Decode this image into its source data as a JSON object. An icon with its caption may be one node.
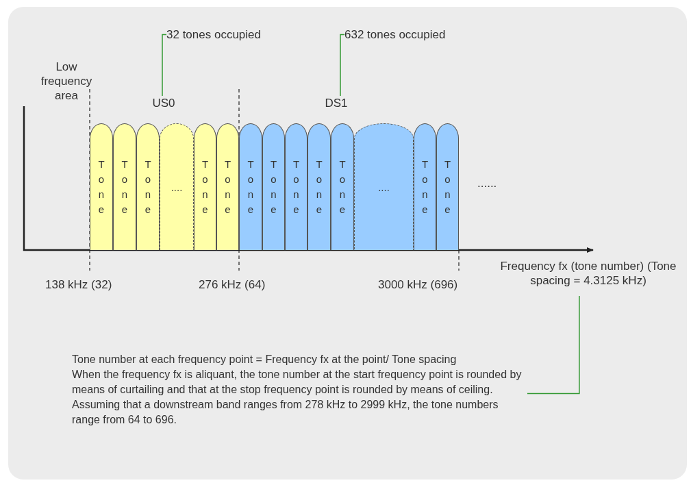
{
  "diagram": {
    "nodes": [
      {
        "text": [
          "32 tones occupied"
        ]
      },
      {
        "text": [
          "632 tones occupied"
        ]
      },
      {
        "text": [
          "US0"
        ]
      },
      {
        "text": [
          "DS1"
        ]
      },
      {
        "text": [
          "Tone"
        ]
      },
      {
        "text": [
          "Tone"
        ]
      },
      {
        "text": [
          "Tone"
        ]
      },
      {
        "text": [
          "...."
        ]
      },
      {
        "text": [
          "Tone"
        ]
      },
      {
        "text": [
          "Tone"
        ]
      },
      {
        "text": [
          "Tone"
        ]
      },
      {
        "text": [
          "Tone"
        ]
      },
      {
        "text": [
          "Tone"
        ]
      },
      {
        "text": [
          "Tone"
        ]
      },
      {
        "text": [
          "Tone"
        ]
      },
      {
        "text": [
          "...."
        ]
      },
      {
        "text": [
          "Tone"
        ]
      },
      {
        "text": [
          "Tone"
        ]
      },
      {
        "text": [
          "Frequency fx (tone number) (Tone spacing = 4.3125 kHz)"
        ]
      },
      {
        "text": [
          "Tone number at each frequency point = Frequency fx at the point/ Tone spacing",
          "When the frequency fx is aliquant, the tone number at the start frequency point is rounded by means of curtailing and that at the stop frequency point is rounded by means of ceiling. Assuming that a downstream band ranges from 278 kHz to 2999 kHz, the tone numbers range from 64 to 696."
        ]
      }
    ],
    "edges": [
      {
        "from": 0,
        "to": 2,
        "arrow": "none"
      },
      {
        "from": 1,
        "to": 3,
        "arrow": "none"
      },
      {
        "from": 18,
        "to": 19,
        "arrow": "none"
      }
    ],
    "labels": [
      "Low frequency area",
      "138 kHz (32)",
      "276 kHz (64)",
      "3000 kHz (696)",
      "......"
    ]
  }
}
